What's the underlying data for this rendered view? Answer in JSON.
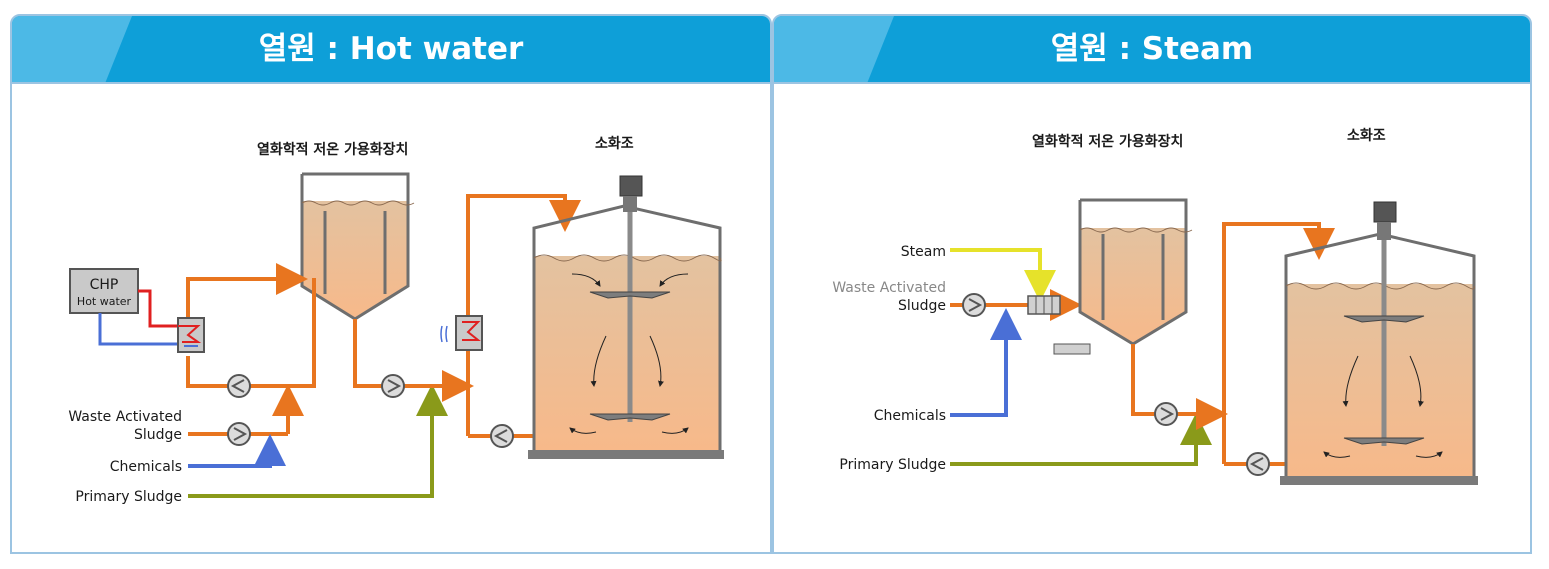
{
  "left_panel": {
    "title": "열원 : Hot water",
    "reactor_label": "열화학적 저온 가용화장치",
    "digester_label": "소화조",
    "chp_label": "CHP",
    "chp_sub_label": "Hot water",
    "inputs": [
      "Waste Activated",
      "Sludge",
      "Chemicals",
      "Primary Sludge"
    ]
  },
  "right_panel": {
    "title": "열원 : Steam",
    "reactor_label": "열화학적 저온 가용화장치",
    "digester_label": "소화조",
    "inputs": [
      "Steam",
      "Waste Activated",
      "Sludge",
      "Chemicals",
      "Primary Sludge"
    ]
  },
  "colors": {
    "header_blue": "#0e9fd8",
    "sludge_pipe": "#e8751f",
    "chemicals_pipe": "#4a6fd6",
    "primary_pipe": "#8a9a1a",
    "steam_pipe": "#e6e22a",
    "hot_water_supply": "#e02020",
    "hot_water_return": "#4a6fd6"
  }
}
